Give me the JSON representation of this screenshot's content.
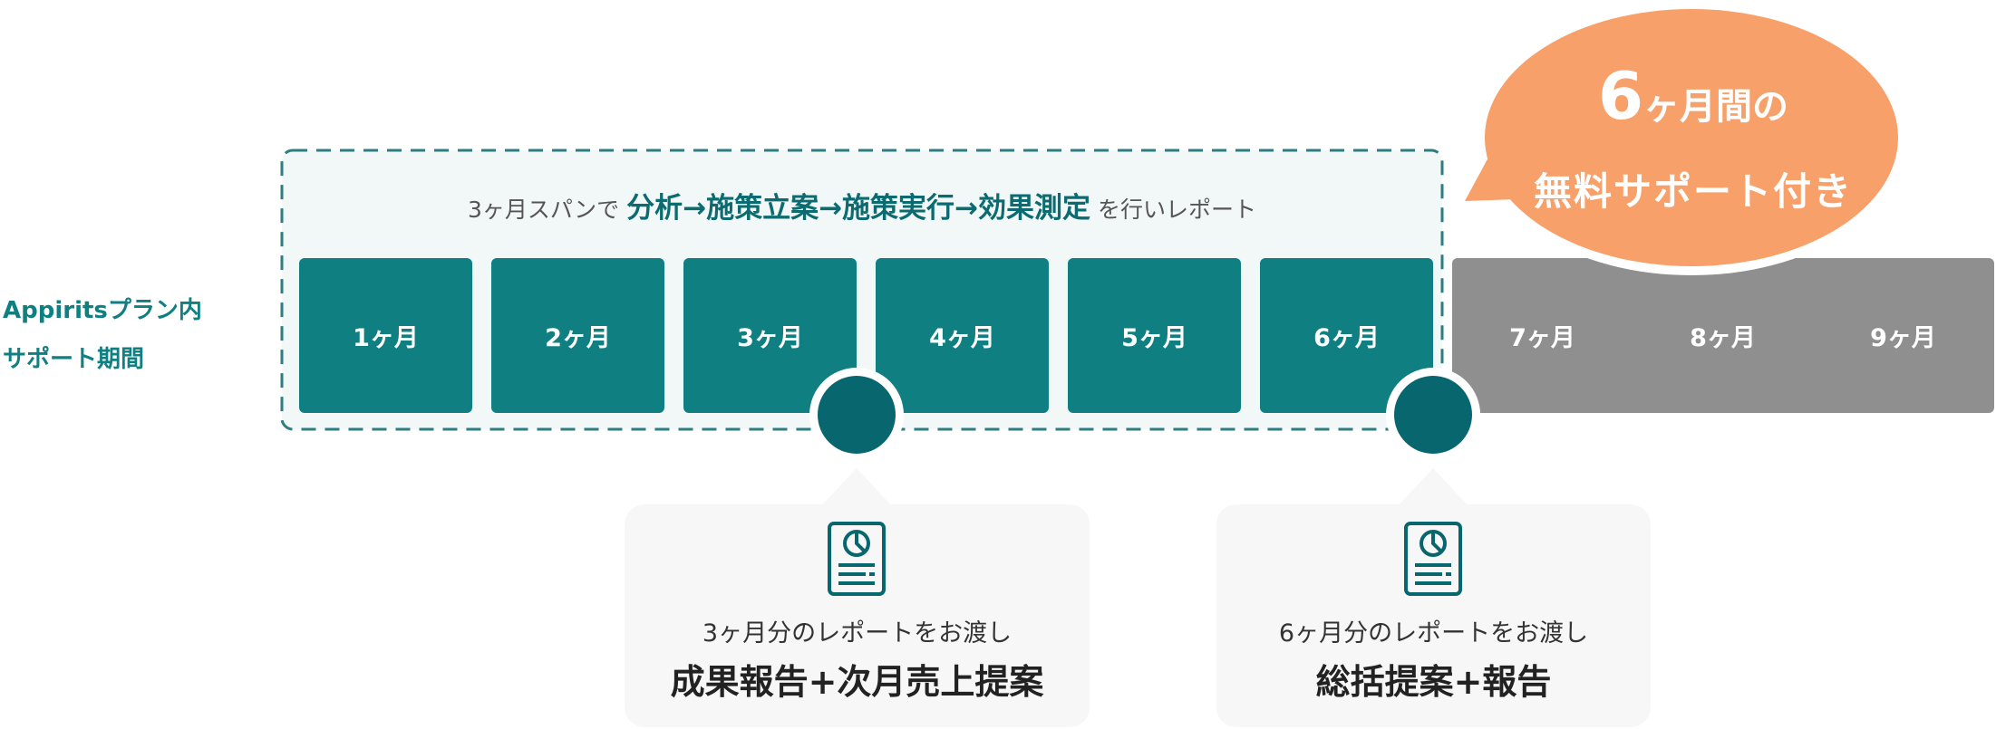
{
  "side_label": {
    "line1": "Appiritsプラン内",
    "line2": "サポート期間"
  },
  "headline": {
    "prefix": "3ヶ月スパンで",
    "steps": "分析→施策立案→施策実行→効果測定",
    "suffix": "を行いレポート"
  },
  "included_months": [
    "1ヶ月",
    "2ヶ月",
    "3ヶ月",
    "4ヶ月",
    "5ヶ月",
    "6ヶ月"
  ],
  "extra_months": [
    "7ヶ月",
    "8ヶ月",
    "9ヶ月"
  ],
  "bubble": {
    "number": "6",
    "line1_rest": "ヶ月間の",
    "line2": "無料サポート付き"
  },
  "reports": [
    {
      "icon": "report-document-icon",
      "caption": "3ヶ月分のレポートをお渡し",
      "title": "成果報告+次月売上提案"
    },
    {
      "icon": "report-document-icon",
      "caption": "6ヶ月分のレポートをお渡し",
      "title": "総括提案+報告"
    }
  ],
  "colors": {
    "teal": "#0f7f82",
    "dark_teal": "#08666e",
    "gray": "#8f8f8f",
    "orange": "#f7a069",
    "panel": "#f2f8f8",
    "callout": "#f7f7f7"
  }
}
